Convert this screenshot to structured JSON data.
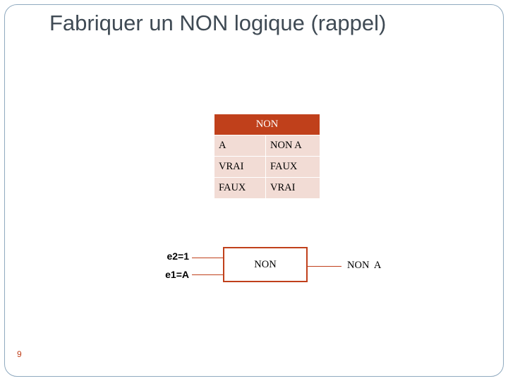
{
  "slide": {
    "title": "Fabriquer un NON logique (rappel)",
    "number": "9",
    "accent_color": "#c0401b",
    "table_fill_color": "#f2dcd5",
    "title_color": "#3f4a54",
    "frame_color": "#8fa9bf"
  },
  "truth_table": {
    "header": "NON",
    "columns": [
      "A",
      "NON A"
    ],
    "rows": [
      [
        "VRAI",
        "FAUX"
      ],
      [
        "FAUX",
        "VRAI"
      ]
    ]
  },
  "diagram": {
    "input_top_label": "e2=1",
    "input_bottom_label": "e1=A",
    "gate_label": "NON",
    "output_label": "NON  A"
  }
}
